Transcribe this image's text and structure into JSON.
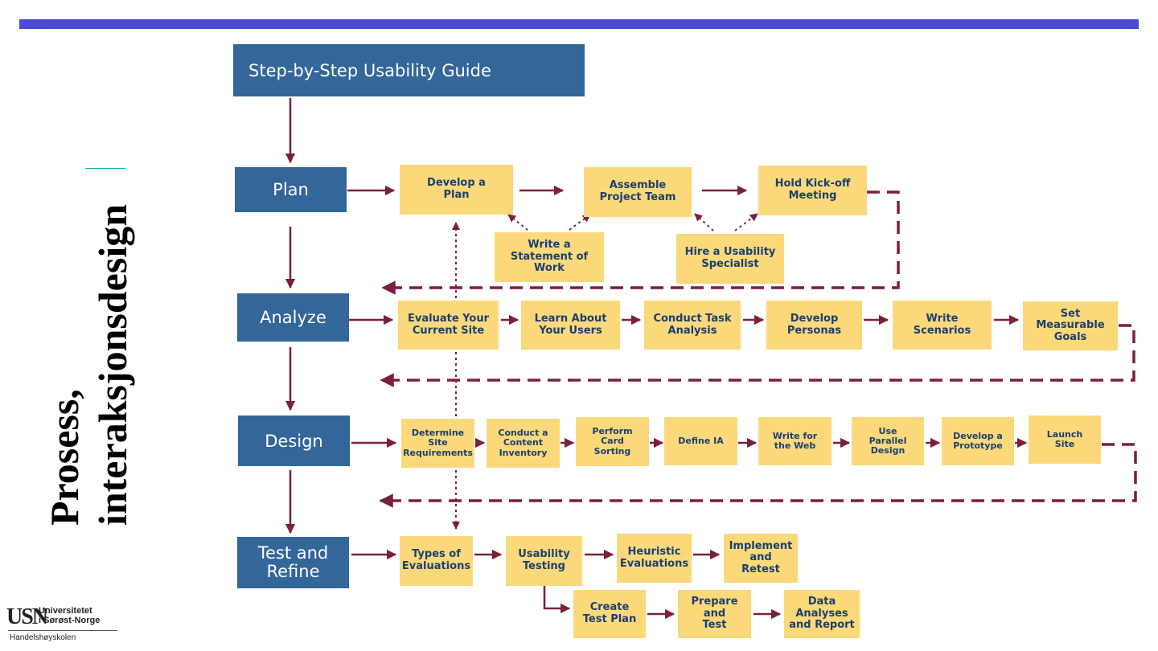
{
  "slide": {
    "side_title": [
      "Prosess,",
      "interaksjonsdesign"
    ],
    "logo": {
      "mark": "USN",
      "name_line1": "Universitetet",
      "name_line2": "i Sørøst-Norge",
      "school": "Handelshøyskolen"
    }
  },
  "diagram": {
    "title": "Step-by-Step Usability Guide",
    "phases": {
      "plan": "Plan",
      "analyze": "Analyze",
      "design": "Design",
      "test": "Test and\nRefine"
    },
    "steps": {
      "develop_plan": "Develop a\nPlan",
      "assemble_team": "Assemble\nProject Team",
      "kickoff": "Hold Kick-off\nMeeting",
      "statement_of_work": "Write a\nStatement of\nWork",
      "hire_specialist": "Hire a Usability\nSpecialist",
      "evaluate_site": "Evaluate Your\nCurrent Site",
      "learn_users": "Learn About\nYour Users",
      "task_analysis": "Conduct Task\nAnalysis",
      "personas": "Develop\nPersonas",
      "scenarios": "Write\nScenarios",
      "goals": "Set\nMeasurable\nGoals",
      "site_requirements": "Determine\nSite\nRequirements",
      "content_inventory": "Conduct a\nContent\nInventory",
      "card_sorting": "Perform\nCard\nSorting",
      "define_ia": "Define IA",
      "write_web": "Write for\nthe Web",
      "parallel_design": "Use\nParallel\nDesign",
      "prototype": "Develop a\nPrototype",
      "launch": "Launch\nSite",
      "types_evaluations": "Types of\nEvaluations",
      "usability_testing": "Usability\nTesting",
      "heuristic": "Heuristic\nEvaluations",
      "implement_retest": "Implement\nand\nRetest",
      "test_plan": "Create\nTest Plan",
      "prepare_test": "Prepare\nand\nTest",
      "data_analyses": "Data\nAnalyses\nand Report"
    }
  }
}
